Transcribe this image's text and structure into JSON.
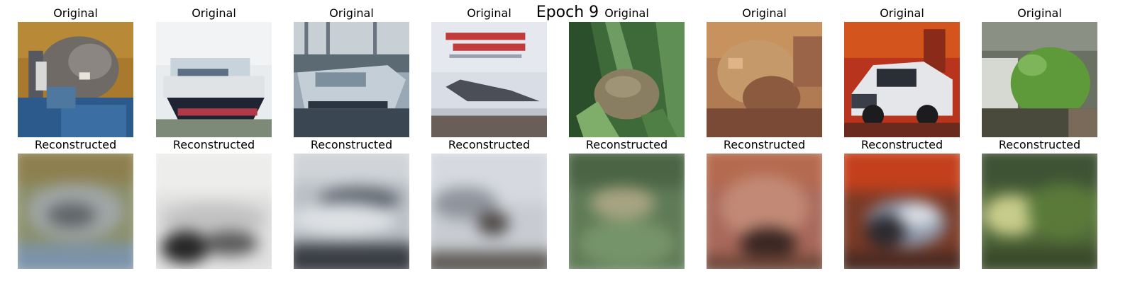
{
  "figure": {
    "title": "Epoch 9",
    "original_label": "Original",
    "reconstructed_label": "Reconstructed"
  },
  "samples": [
    {
      "subject": "cat",
      "original": {
        "title": "Original"
      },
      "reconstruction": {
        "title": "Reconstructed"
      }
    },
    {
      "subject": "ship",
      "original": {
        "title": "Original"
      },
      "reconstruction": {
        "title": "Reconstructed"
      }
    },
    {
      "subject": "ship",
      "original": {
        "title": "Original"
      },
      "reconstruction": {
        "title": "Reconstructed"
      }
    },
    {
      "subject": "airplane",
      "original": {
        "title": "Original"
      },
      "reconstruction": {
        "title": "Reconstructed"
      }
    },
    {
      "subject": "frog",
      "original": {
        "title": "Original"
      },
      "reconstruction": {
        "title": "Reconstructed"
      }
    },
    {
      "subject": "frog",
      "original": {
        "title": "Original"
      },
      "reconstruction": {
        "title": "Reconstructed"
      }
    },
    {
      "subject": "automobile",
      "original": {
        "title": "Original"
      },
      "reconstruction": {
        "title": "Reconstructed"
      }
    },
    {
      "subject": "frog",
      "original": {
        "title": "Original"
      },
      "reconstruction": {
        "title": "Reconstructed"
      }
    }
  ]
}
